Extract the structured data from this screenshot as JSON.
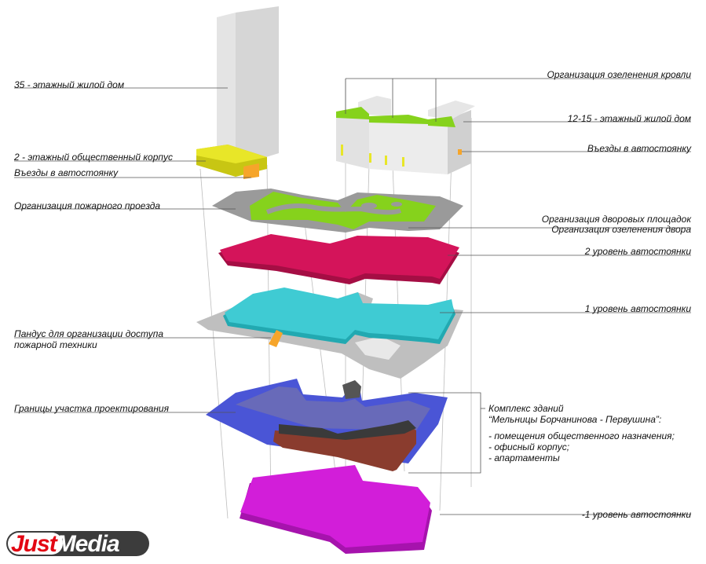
{
  "labels": {
    "tower": "35 - этажный жилой дом",
    "public_block": "2 - этажный общественный корпус",
    "entrances_left": "Въезды в автостоянку",
    "fire_lane": "Организация пожарного проезда",
    "ramp_line1": "Пандус для организации доступа",
    "ramp_line2": "пожарной техники",
    "site_bounds": "Границы участка проектирования",
    "roof_green": "Организация озеленения кровли",
    "midrise": "12-15 - этажный жилой дом",
    "entrances_right": "Въезды в автостоянку",
    "yards_line1": "Организация дворовых площадок",
    "yards_line2": "Организация озеленения двора",
    "parking_2": "2 уровень автостоянки",
    "parking_1": "1 уровень автостоянки",
    "complex_line1": "Комплекс зданий",
    "complex_line2": "“Мельницы Борчанинова - Первушина”:",
    "complex_item1": "- помещения общественного назначения;",
    "complex_item2": "- офисный корпус;",
    "complex_item3": "- апартаменты",
    "parking_minus1": "-1 уровень автостоянки"
  },
  "logo": {
    "part1": "Just",
    "part2": "Media"
  },
  "colors": {
    "green": "#86d21c",
    "yellow": "#e8e628",
    "orange": "#f6a52a",
    "crimson": "#d4145a",
    "cyan": "#3fcbd3",
    "blue": "#4a55d6",
    "magenta": "#d21ed9",
    "grey": "#9a9a9a",
    "brick": "#8a3c2e"
  }
}
